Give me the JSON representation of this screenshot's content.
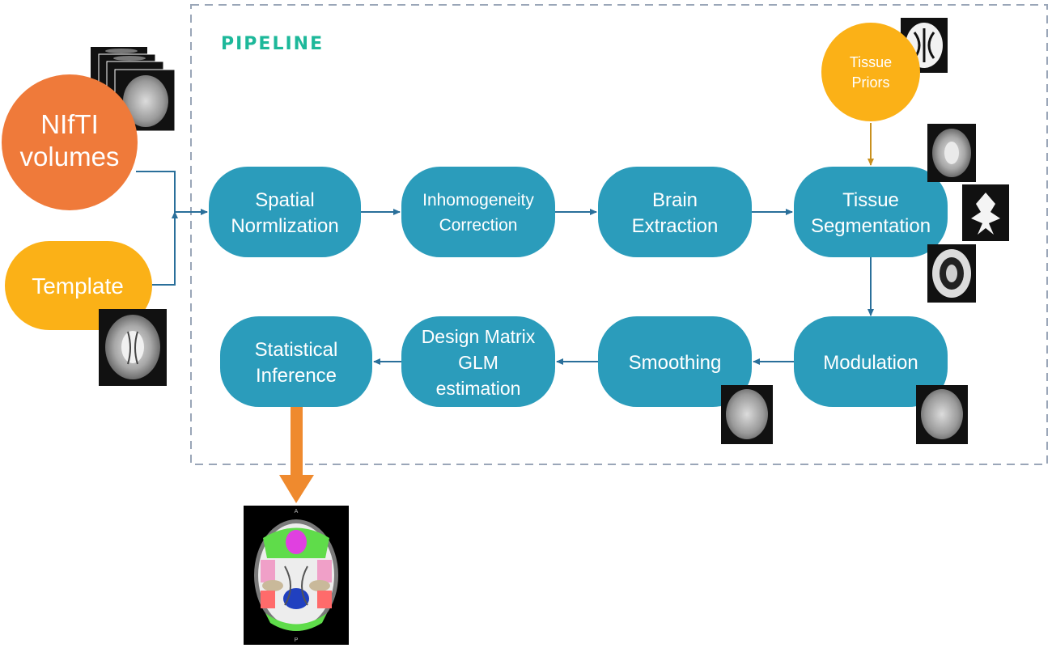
{
  "title": "PIPELINE",
  "inputs": {
    "nifti": [
      "NIfTI",
      "volumes"
    ],
    "template": "Template",
    "tissue_priors": [
      "Tissue",
      "Priors"
    ]
  },
  "steps": {
    "spatial": [
      "Spatial",
      "Normlization"
    ],
    "inhomogeneity": [
      "Inhomogeneity",
      "Correction"
    ],
    "brain": [
      "Brain",
      "Extraction"
    ],
    "tissue": [
      "Tissue",
      "Segmentation"
    ],
    "modulation": [
      "Modulation"
    ],
    "smoothing": [
      "Smoothing"
    ],
    "design": [
      "Design Matrix",
      "GLM",
      "estimation"
    ],
    "inference": [
      "Statistical",
      "Inference"
    ]
  },
  "output_labels": {
    "anterior": "A",
    "posterior": "P"
  },
  "colors": {
    "step": "#2b9cbb",
    "nifti": "#ef7a3a",
    "template": "#fbb117",
    "priors": "#fbb117",
    "title": "#1db89a",
    "arrow": "#2a6f9a",
    "prior_arrow": "#c8901e",
    "output_arrow": "#ef8a2e",
    "dashed_box": "#9aa6b8"
  }
}
